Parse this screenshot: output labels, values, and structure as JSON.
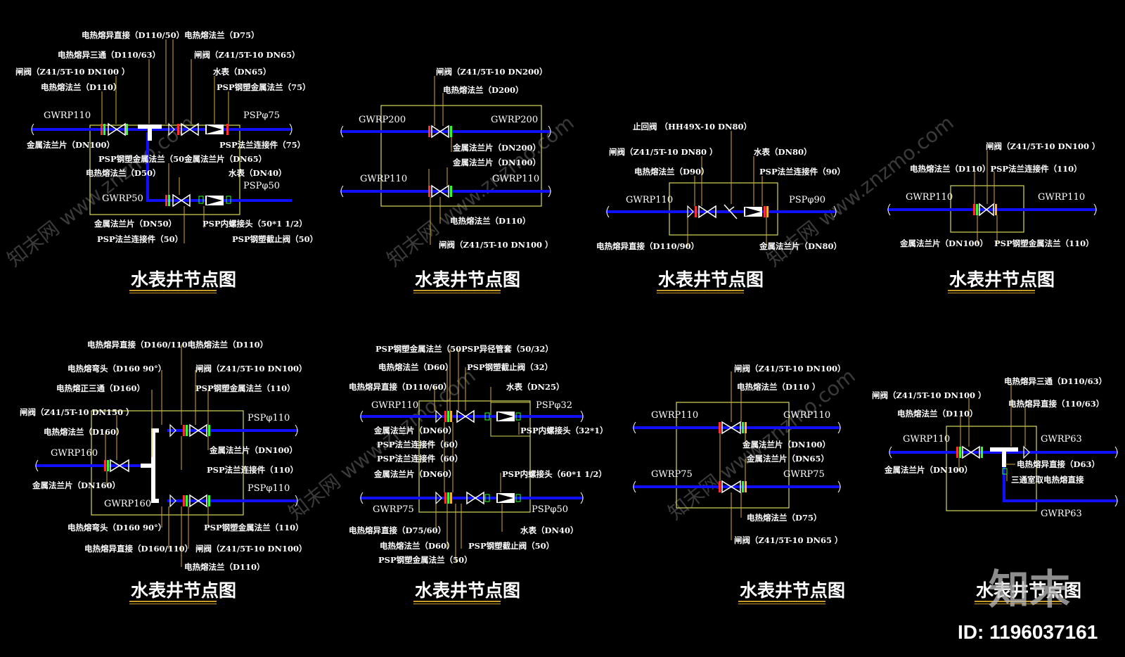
{
  "colors": {
    "background": "#000000",
    "pipe": "#1010ff",
    "box": "#d8d85a",
    "leader": "#d8aa3a",
    "text": "#ffffff",
    "title_underline": "#c89a2a"
  },
  "panels": [
    {
      "id": "p1",
      "title": "水表井节点图",
      "pipe_labels": [
        "GWRP110",
        "PSPφ75",
        "GWRP50",
        "PSPφ50"
      ],
      "labels": [
        "电热熔异直接（D110/50）电热熔法兰（D75）",
        "电热熔异三通（D110/63）",
        "闸阀（Z41/5T-10 DN65）",
        "闸阀（Z41/5T-10 DN100 ）",
        "水表（DN65）",
        "电热熔法兰（D110）",
        "PSP钢塑金属法兰（75）",
        "金属法兰片（DN100）",
        "PSP法兰连接件（75）",
        "PSP钢塑金属法兰（50金属法兰片（DN65）",
        "电热熔法兰（D50）",
        "水表（DN40）",
        "金属法兰片（DN50）",
        "PSP内螺接头（50*1 1/2）",
        "PSP法兰连接件（50）",
        "PSP钢塑截止阀（50）"
      ]
    },
    {
      "id": "p2",
      "title": "水表井节点图",
      "pipe_labels": [
        "GWRP200",
        "GWRP200",
        "GWRP110",
        "GWRP110"
      ],
      "labels": [
        "闸阀（Z41/5T-10 DN200）",
        "电热熔法兰（D200）",
        "金属法兰片（DN200）",
        "金属法兰片（DN100）",
        "电热熔法兰（D110）",
        "闸阀（Z41/5T-10 DN100 ）"
      ]
    },
    {
      "id": "p3",
      "title": "水表井节点图",
      "pipe_labels": [
        "GWRP110",
        "PSPφ90"
      ],
      "labels": [
        "止回阀 （HH49X-10 DN80）",
        "闸阀（Z41/5T-10 DN80 ）",
        "水表（DN80）",
        "电热熔法兰（D90）",
        "PSP法兰连接件（90）",
        "电热熔异直接（D110/90）",
        "金属法兰片（DN80）"
      ]
    },
    {
      "id": "p4",
      "title": "水表井节点图",
      "pipe_labels": [
        "GWRP110",
        "GWRP110"
      ],
      "labels": [
        "闸阀（Z41/5T-10 DN100 ）",
        "电热熔法兰（D110）PSP法兰连接件（110）",
        "金属法兰片（DN100）",
        "PSP钢塑金属法兰（110）"
      ]
    },
    {
      "id": "p5",
      "title": "水表井节点图",
      "pipe_labels": [
        "PSPφ110",
        "GWRP160",
        "PSPφ110",
        "GWRP160"
      ],
      "labels": [
        "电热熔异直接（D160/110电热熔法兰（D110）",
        "电热熔弯头（D160 90°）",
        "闸阀（Z41/5T-10 DN100）",
        "电热熔正三通（D160）",
        "PSP钢塑金属法兰（110）",
        "闸阀（Z41/5T-10 DN150 ）",
        "电热熔法兰（D160）",
        "金属法兰片（DN100）",
        "PSP法兰连接件（110）",
        "金属法兰片（DN160）",
        "电热熔弯头（D160 90°）",
        "PSP钢塑金属法兰（110）",
        "电热熔异直接（D160/110）",
        "闸阀（Z41/5T-10 DN100）",
        "电热熔法兰（D110）"
      ]
    },
    {
      "id": "p6",
      "title": "水表井节点图",
      "pipe_labels": [
        "GWRP110",
        "PSPφ32",
        "GWRP75",
        "PSPφ50"
      ],
      "labels": [
        "PSP钢塑金属法兰（50PSP异径管套（50/32）",
        "电热熔法兰（D60）",
        "PSP钢塑截止阀（32）",
        "电热熔异直接（D110/60）",
        "水表（DN25）",
        "金属法兰片（DN60）",
        "PSP内螺接头（32*1）",
        "PSP法兰连接件（60）",
        "PSP法兰连接件（60）",
        "金属法兰片（DN60）",
        "PSP内螺接头（60*1 1/2）",
        "电热熔异直接（D75/60）",
        "水表（DN40）",
        "电热熔法兰（D60）",
        "PSP钢塑截止阀（50）",
        "PSP钢塑金属法兰（50）"
      ]
    },
    {
      "id": "p7",
      "title": "水表井节点图",
      "pipe_labels": [
        "GWRP110",
        "GWRP110",
        "GWRP75",
        "GWRP75"
      ],
      "labels": [
        "闸阀（Z41/5T-10 DN100）",
        "电热熔法兰（D110 ）",
        "金属法兰片（DN100）",
        "金属法兰片（DN65）",
        "电热熔法兰（D75）",
        "闸阀（Z41/5T-10 DN65 ）"
      ]
    },
    {
      "id": "p8",
      "title": "水表井节点图",
      "pipe_labels": [
        "GWRP110",
        "GWRP63",
        "GWRP63"
      ],
      "labels": [
        "电热熔异三通（D110/63）",
        "闸阀（Z41/5T-10 DN100 ）",
        "电热熔异直接（110/63）",
        "电热熔法兰（D110）",
        "电热熔异直接（D63）",
        "金属法兰片（DN100）",
        "三通室取电热熔直接"
      ]
    }
  ],
  "watermarks": [
    "知末网 www.znzmo.com"
  ],
  "logo": "知末",
  "id_label": "ID: 1196037161"
}
